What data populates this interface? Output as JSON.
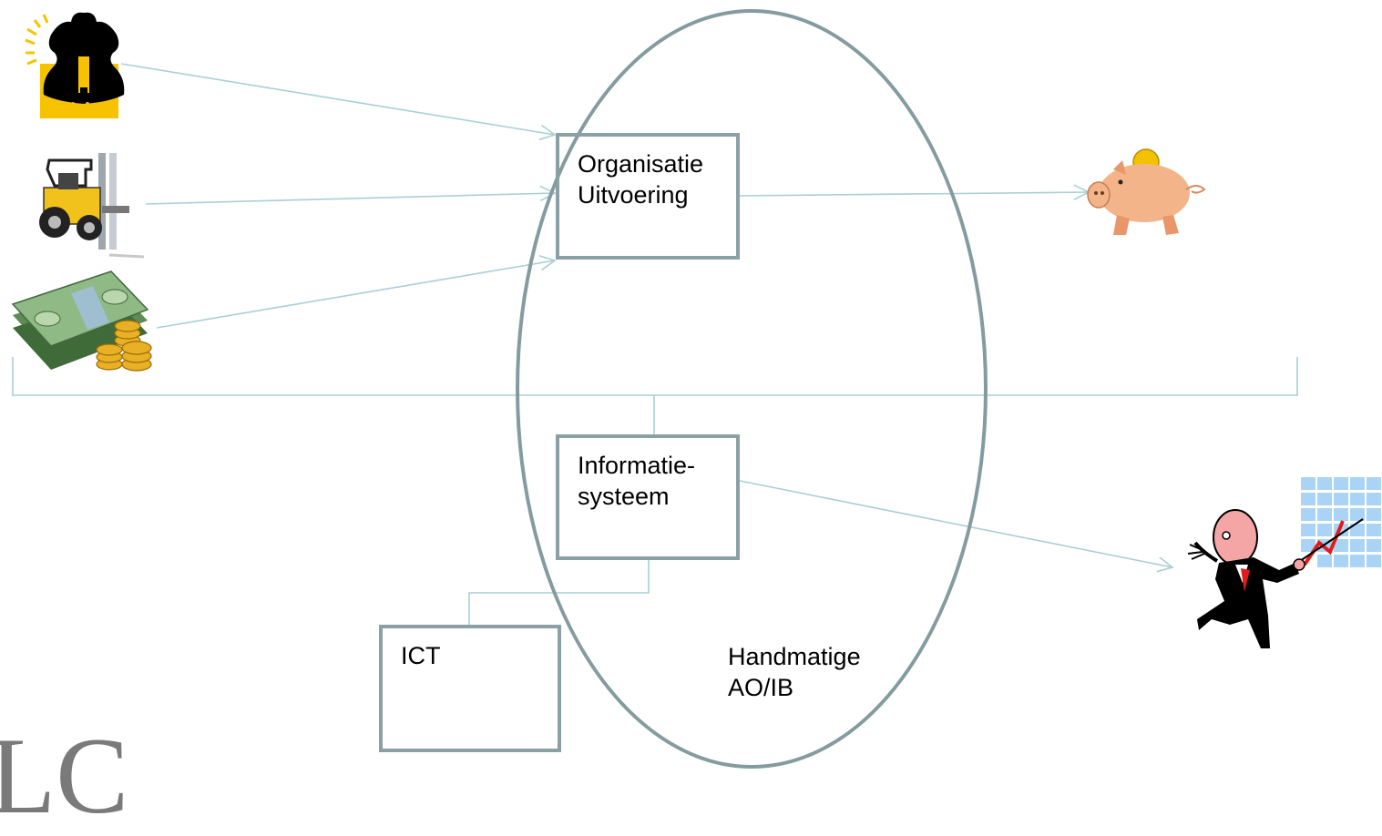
{
  "boxes": {
    "organisatie": {
      "line1": "Organisatie",
      "line2": "Uitvoering"
    },
    "informatie": {
      "line1": "Informatie-",
      "line2": "systeem"
    },
    "ict": {
      "label": "ICT"
    }
  },
  "ellipse_label": {
    "line1": "Handmatige",
    "line2": "AO/IB"
  },
  "logo_text": "LC",
  "colors": {
    "ellipse": "#849b9f",
    "box_border": "#8aa0a4",
    "connector": "#aacfd3",
    "worker_yellow": "#f7c300",
    "forklift_yellow": "#f2c21c",
    "money_green": "#7ca872",
    "coin_gold": "#e8b025",
    "piggy_pink": "#f4b48a",
    "chart_blue": "#a9d4f5"
  },
  "icons": {
    "worker": "worker-icon",
    "forklift": "forklift-icon",
    "money": "money-icon",
    "piggy": "piggy-bank-icon",
    "presenter": "presenter-chart-icon"
  }
}
